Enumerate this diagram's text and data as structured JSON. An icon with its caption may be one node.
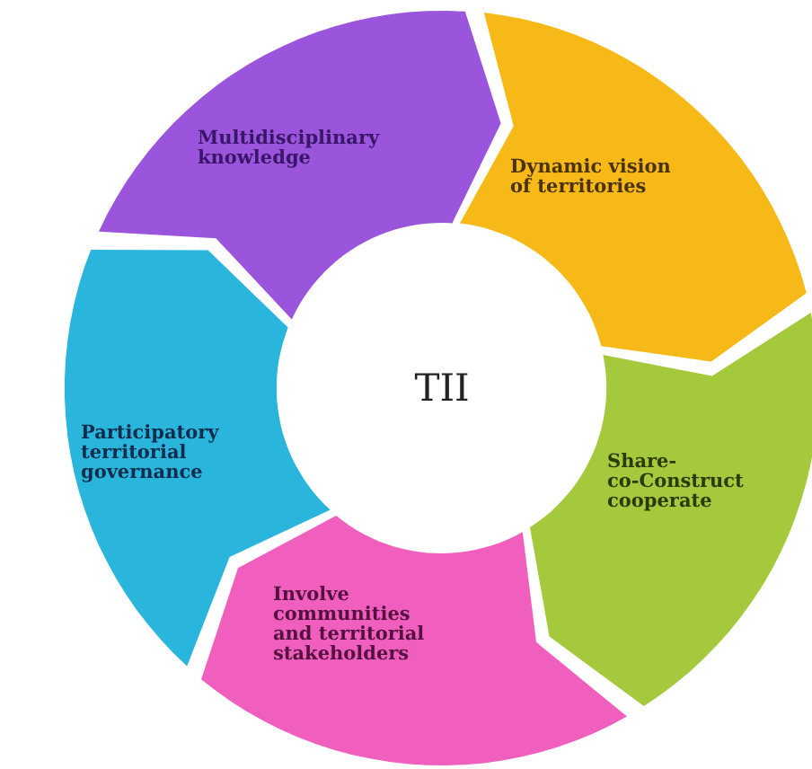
{
  "diagram": {
    "nodes": [
      {
        "text": [
          "TII"
        ]
      },
      {
        "text": [
          "Multidisciplinary knowledge"
        ]
      },
      {
        "text": [
          "Dynamic vision of territories"
        ]
      },
      {
        "text": [
          "Share- co-Construct cooperate"
        ]
      },
      {
        "text": [
          "Involve communities and territorial stakeholders"
        ]
      },
      {
        "text": [
          "Participatory territorial governance"
        ]
      }
    ]
  }
}
